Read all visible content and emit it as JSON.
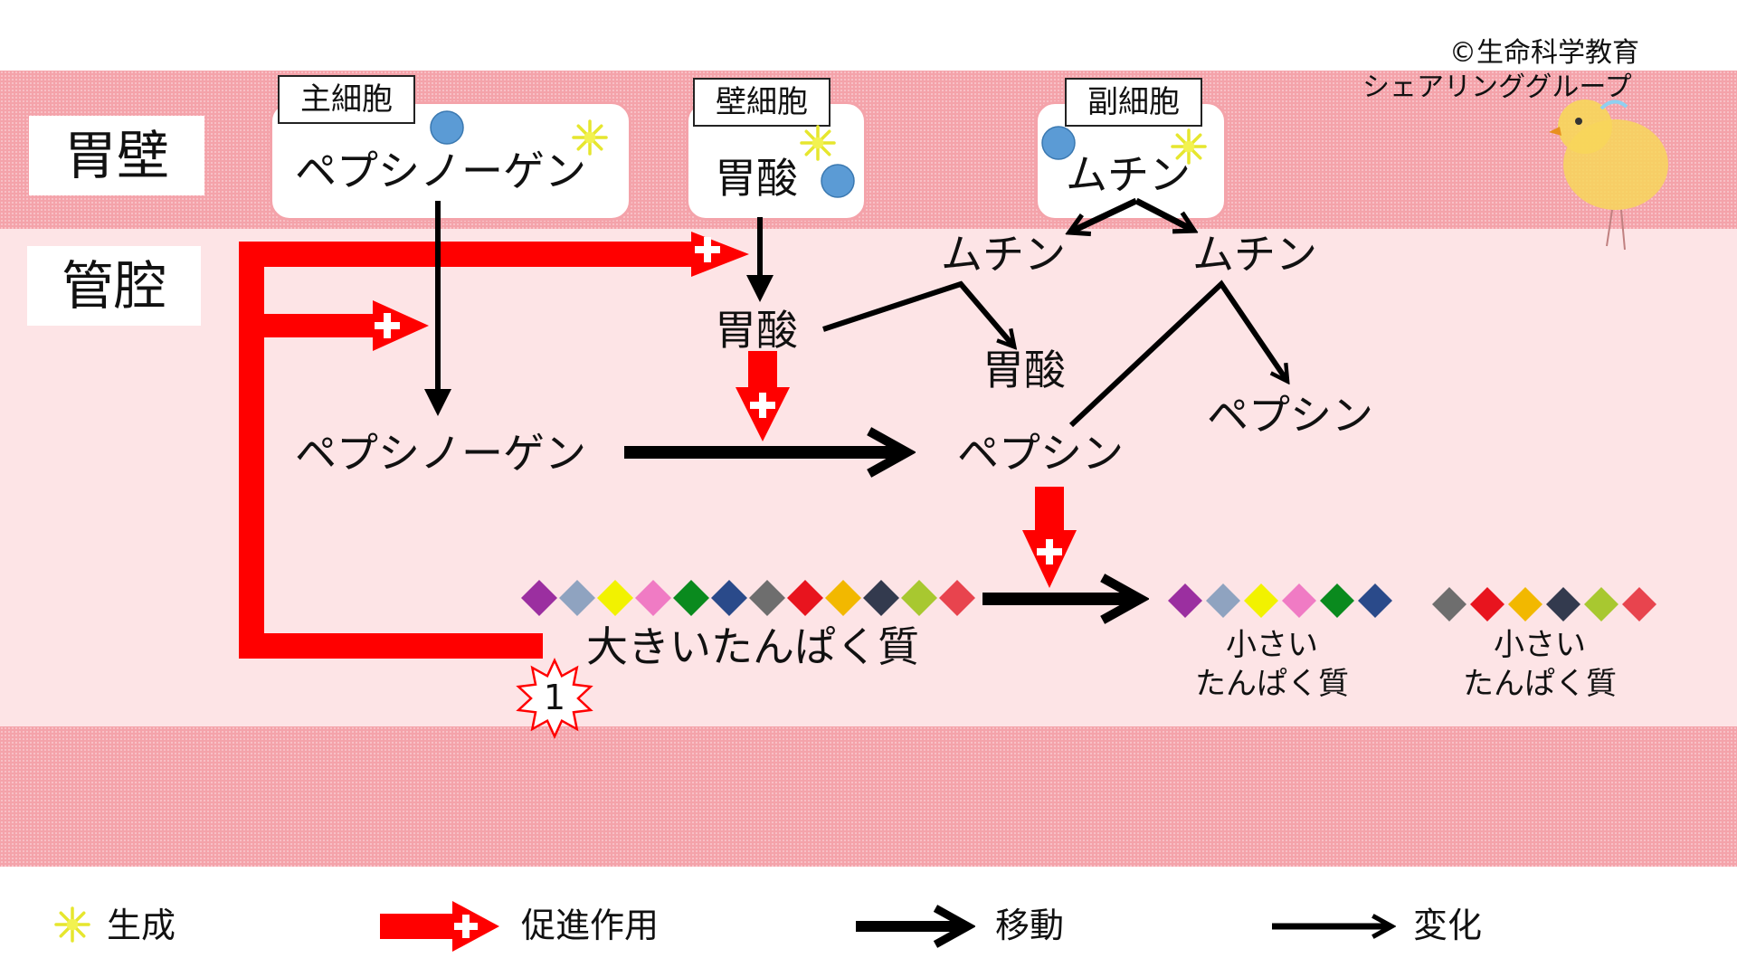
{
  "copyright": [
    "©生命科学教育",
    "シェアリンググループ"
  ],
  "regions": {
    "wall": "胃壁",
    "lumen": "管腔"
  },
  "cells": {
    "chief": {
      "name": "主細胞",
      "product": "ペプシノーゲン"
    },
    "parietal": {
      "name": "壁細胞",
      "product": "胃酸"
    },
    "accessory": {
      "name": "副細胞",
      "product": "ムチン"
    }
  },
  "lumen_labels": {
    "mucin_left": "ムチン",
    "mucin_right": "ムチン",
    "acid_mid": "胃酸",
    "acid_right": "胃酸",
    "pepsinogen": "ペプシノーゲン",
    "pepsin_main": "ペプシン",
    "pepsin_right": "ペプシン",
    "large_protein": "大きいたんぱく質",
    "small_protein_1": [
      "小さい",
      "たんぱく質"
    ],
    "small_protein_2": [
      "小さい",
      "たんぱく質"
    ],
    "badge": "1"
  },
  "diamond_colors": {
    "chain_large": [
      "#9b2fa0",
      "#8fa3c0",
      "#f2f200",
      "#f07bc4",
      "#0a8a1e",
      "#2a4a8a",
      "#6e6e6e",
      "#e8141e",
      "#f2b800",
      "#333a4e",
      "#a8c830",
      "#e8444e"
    ],
    "chain_small_1": [
      "#9b2fa0",
      "#8fa3c0",
      "#f2f200",
      "#f07bc4",
      "#0a8a1e",
      "#2a4a8a"
    ],
    "chain_small_2": [
      "#6e6e6e",
      "#e8141e",
      "#f2b800",
      "#333a4e",
      "#a8c830",
      "#e8444e"
    ]
  },
  "legend": {
    "generation": "生成",
    "promotion": "促進作用",
    "movement": "移動",
    "change": "変化"
  },
  "colors": {
    "wall": "#f4a3aa",
    "lumen": "#fde4e6",
    "promote": "#ff0000",
    "dot": "#5b9bd5",
    "spark": "#e6e62e"
  }
}
